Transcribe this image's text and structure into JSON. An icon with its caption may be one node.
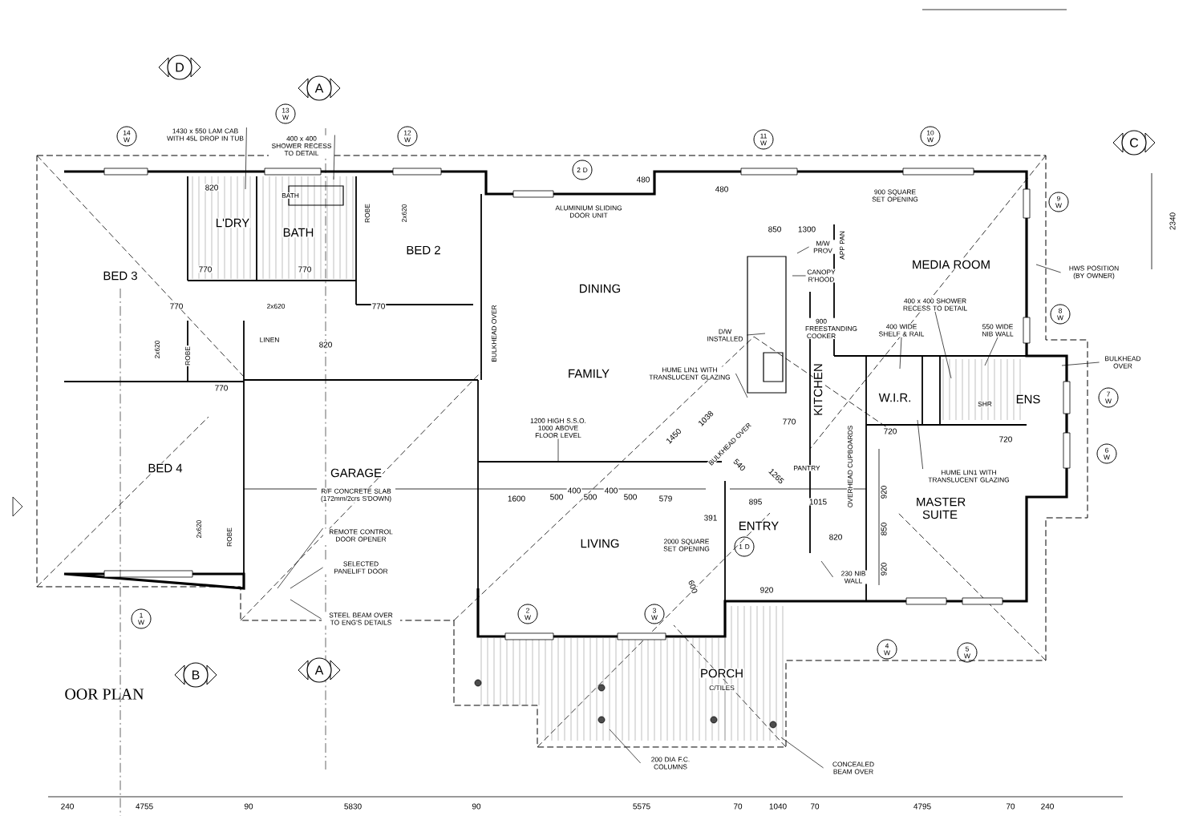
{
  "diagram": {
    "nodes": [
      {
        "text": [
          "D"
        ]
      },
      {
        "text": [
          "A"
        ]
      },
      {
        "text": [
          "C"
        ]
      },
      {
        "text": [
          "14 W"
        ]
      },
      {
        "text": [
          "13 W"
        ]
      },
      {
        "text": [
          "12 W"
        ]
      },
      {
        "text": [
          "11 W"
        ]
      },
      {
        "text": [
          "10 W"
        ]
      },
      {
        "text": [
          "2 D"
        ]
      },
      {
        "text": [
          "9 W"
        ]
      },
      {
        "text": [
          "8 W"
        ]
      },
      {
        "text": [
          "7 W"
        ]
      },
      {
        "text": [
          "6 W"
        ]
      },
      {
        "text": [
          "1 D"
        ]
      },
      {
        "text": [
          "2 W"
        ]
      },
      {
        "text": [
          "3 W"
        ]
      },
      {
        "text": [
          "1 W"
        ]
      },
      {
        "text": [
          "4 W"
        ]
      },
      {
        "text": [
          "5 W"
        ]
      },
      {
        "text": [
          "B"
        ]
      },
      {
        "text": [
          "A"
        ]
      },
      {
        "text": [
          "1430 x 550 LAM CAB WITH 45L DROP IN TUB"
        ]
      },
      {
        "text": [
          "400 x 400 SHOWER RECESS TO DETAIL"
        ]
      },
      {
        "text": [
          "M/W PROV"
        ]
      },
      {
        "text": [
          "CANOPY R'HOOD"
        ]
      },
      {
        "text": [
          "D/W INSTALLED"
        ]
      },
      {
        "text": [
          "HUME LIN1 WITH TRANSLUCENT GLAZING"
        ]
      },
      {
        "text": [
          "HWS POSITION (BY OWNER)"
        ]
      },
      {
        "text": [
          "400 x 400 SHOWER RECESS TO DETAIL"
        ]
      },
      {
        "text": [
          "400 WIDE SHELF & RAIL"
        ]
      },
      {
        "text": [
          "550 WIDE NIB WALL"
        ]
      },
      {
        "text": [
          "BULKHEAD OVER"
        ]
      },
      {
        "text": [
          "1200 HIGH S.S.O. 1000 ABOVE FLOOR LEVEL"
        ]
      },
      {
        "text": [
          "HUME LIN1 WITH TRANSLUCENT GLAZING"
        ]
      },
      {
        "text": [
          "230 NIB WALL"
        ]
      },
      {
        "text": [
          "REMOTE CONTROL DOOR OPENER"
        ]
      },
      {
        "text": [
          "SELECTED PANELIFT DOOR"
        ]
      },
      {
        "text": [
          "STEEL BEAM OVER TO ENG'S DETAILS"
        ]
      },
      {
        "text": [
          "200 DIA F.C. COLUMNS"
        ]
      },
      {
        "text": [
          "CONCEALED BEAM OVER"
        ]
      }
    ],
    "edges": [
      {
        "from": 21,
        "to": null,
        "arrow": "none"
      },
      {
        "from": 22,
        "to": null,
        "arrow": "none"
      },
      {
        "from": 23,
        "to": null,
        "arrow": "none"
      },
      {
        "from": 24,
        "to": null,
        "arrow": "none"
      },
      {
        "from": 25,
        "to": null,
        "arrow": "none"
      },
      {
        "from": 26,
        "to": null,
        "arrow": "none"
      },
      {
        "from": 27,
        "to": null,
        "arrow": "none"
      },
      {
        "from": 28,
        "to": null,
        "arrow": "none"
      },
      {
        "from": 29,
        "to": null,
        "arrow": "none"
      },
      {
        "from": 30,
        "to": null,
        "arrow": "none"
      },
      {
        "from": 31,
        "to": null,
        "arrow": "none"
      },
      {
        "from": 32,
        "to": null,
        "arrow": "none"
      },
      {
        "from": 33,
        "to": null,
        "arrow": "none"
      },
      {
        "from": 34,
        "to": null,
        "arrow": "none"
      },
      {
        "from": 35,
        "to": null,
        "arrow": "none"
      },
      {
        "from": 36,
        "to": null,
        "arrow": "none"
      },
      {
        "from": 37,
        "to": null,
        "arrow": "none"
      },
      {
        "from": 38,
        "to": null,
        "arrow": "none"
      },
      {
        "from": 39,
        "to": null,
        "arrow": "none"
      }
    ],
    "labels": [
      "L'DRY",
      "BATH",
      "820",
      "BATH",
      "ROBE",
      "2x620",
      "BED 2",
      "770",
      "770",
      "770",
      "BED 3",
      "2x620",
      "LINEN",
      "820",
      "770",
      "2x620",
      "ROBE",
      "770",
      "ALUMINIUM SLIDING DOOR UNIT",
      "480",
      "480",
      "900 SQUARE SET OPENING",
      "850",
      "1300",
      "APP PAN",
      "MEDIA ROOM",
      "DINING",
      "900 FREESTANDING COOKER",
      "BULKHEAD OVER",
      "FAMILY",
      "KITCHEN",
      "W.I.R.",
      "ENS",
      "SHR",
      "2340",
      "1038",
      "1450",
      "BULKHEAD OVER",
      "770",
      "720",
      "720",
      "540",
      "1265",
      "PANTRY",
      "OVERHEAD CUPBOARDS",
      "GARAGE",
      "R/F CONCRETE SLAB (172mm/2crs S'DOWN)",
      "1600",
      "500",
      "400",
      "500",
      "400",
      "500",
      "579",
      "895",
      "1015",
      "920",
      "850",
      "920",
      "MASTER SUITE",
      "391",
      "ENTRY",
      "LIVING",
      "2000 SQUARE SET OPENING",
      "BED 4",
      "2x620",
      "ROBE",
      "820",
      "600",
      "920",
      "PORCH",
      "C/TILES",
      "OOR PLAN",
      "240",
      "4755",
      "90",
      "5830",
      "90",
      "5575",
      "70",
      "1040",
      "70",
      "4795",
      "70",
      "240"
    ]
  }
}
